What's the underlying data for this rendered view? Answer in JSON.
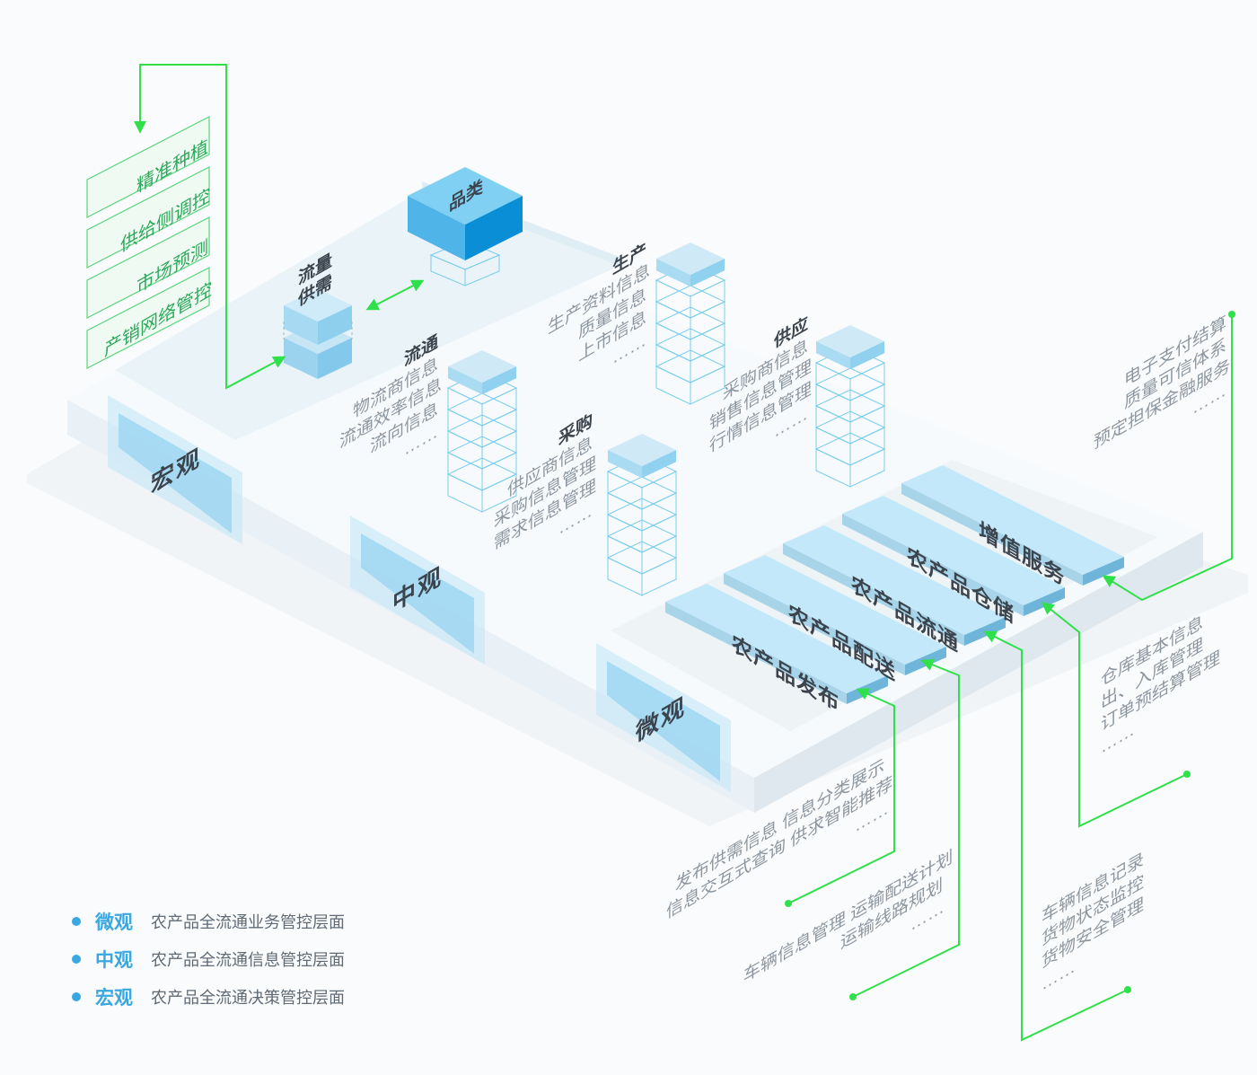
{
  "colors": {
    "green": "#2fe04a",
    "accent_blue": "#3aa8e0",
    "cube_top": "#7fd0f3",
    "cube_dark": "#0a8fd6"
  },
  "layers": {
    "macro": "宏观",
    "meso": "中观",
    "micro": "微观"
  },
  "macro": {
    "strategies": [
      "精准种植",
      "供给侧调控",
      "市场预测",
      "产销网络管控"
    ],
    "flow_label": [
      "流量",
      "供需"
    ],
    "category_label": "品类"
  },
  "meso": {
    "production": {
      "title": "生产",
      "items": [
        "生产资料信息",
        "质量信息",
        "上市信息",
        "……"
      ]
    },
    "supply": {
      "title": "供应",
      "items": [
        "采购商信息",
        "销售信息管理",
        "行情信息管理",
        "……"
      ]
    },
    "circulation": {
      "title": "流通",
      "items": [
        "物流商信息",
        "流通效率信息",
        "流向信息",
        "……"
      ]
    },
    "purchase": {
      "title": "采购",
      "items": [
        "供应商信息",
        "采购信息管理",
        "需求信息管理",
        "……"
      ]
    }
  },
  "micro": {
    "bars": [
      "增值服务",
      "农产品仓储",
      "农产品流通",
      "农产品配送",
      "农产品发布"
    ],
    "callouts": {
      "value_added": [
        "电子支付结算",
        "质量可信体系",
        "预定担保金融服务",
        "……"
      ],
      "storage": [
        "仓库基本信息",
        "出、入库管理",
        "订单预结算管理",
        "……"
      ],
      "publish": [
        "发布供需信息  信息分类展示",
        "信息交互式查询 供求智能推荐",
        "……"
      ],
      "delivery": [
        "车辆信息管理  运输配送计划",
        "运输线路规划",
        "……"
      ],
      "circulation": [
        "车辆信息记录",
        "货物状态监控",
        "货物安全管理",
        "……"
      ]
    }
  },
  "legend": [
    {
      "key": "微观",
      "desc": "农产品全流通业务管控层面"
    },
    {
      "key": "中观",
      "desc": "农产品全流通信息管控层面"
    },
    {
      "key": "宏观",
      "desc": "农产品全流通决策管控层面"
    }
  ]
}
